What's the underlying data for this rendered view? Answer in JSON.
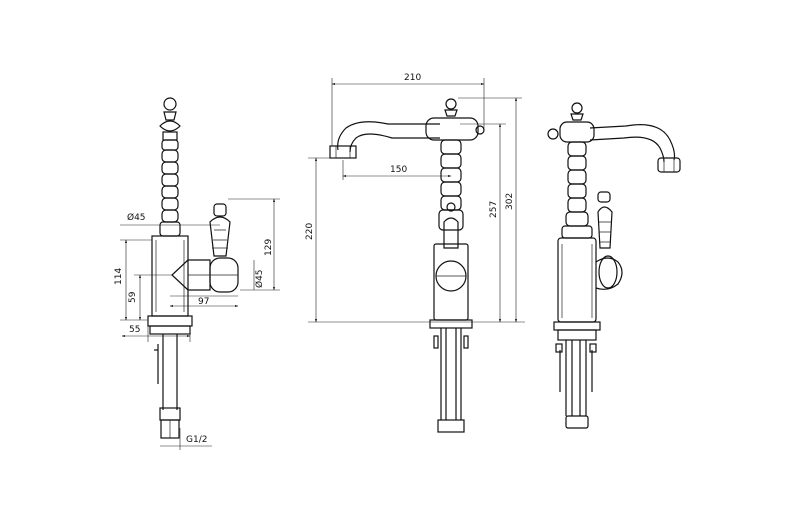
{
  "dimensions": {
    "side_view": {
      "body_diameter": "Ø45",
      "handle_diameter": "Ø45",
      "handle_height": "129",
      "body_height": "114",
      "handle_axis_height": "59",
      "handle_reach": "97",
      "base_width": "55",
      "thread": "G1/2"
    },
    "front_view": {
      "spout_reach": "210",
      "spout_projection": "150",
      "spout_height": "220",
      "body_top_height": "257",
      "total_height": "302"
    }
  }
}
